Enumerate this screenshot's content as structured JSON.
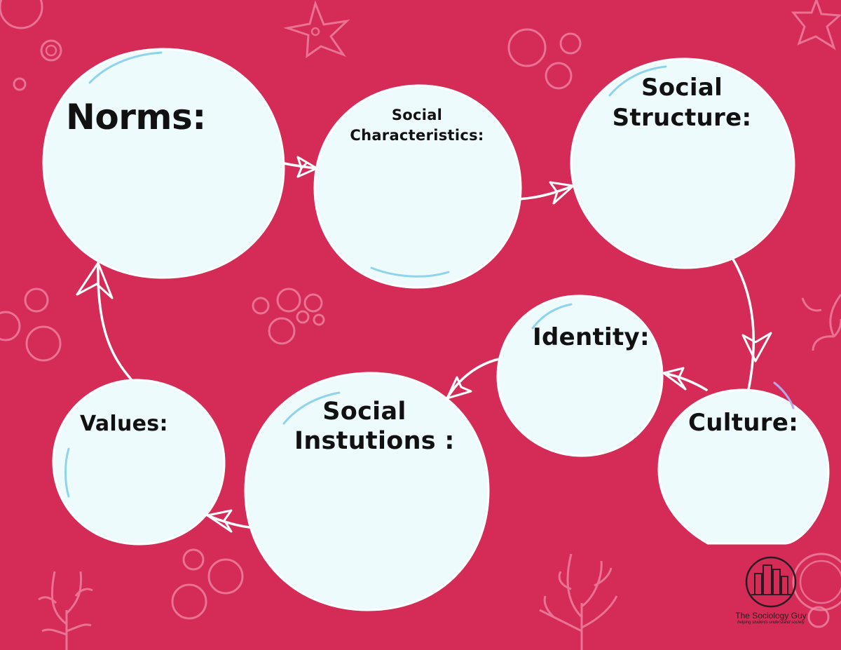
{
  "nodes": {
    "norms": {
      "label": "Norms:"
    },
    "social_characteristics": {
      "label_line1": "Social",
      "label_line2": "Characteristics:"
    },
    "social_structure": {
      "label_line1": "Social",
      "label_line2": "Structure:"
    },
    "identity": {
      "label": "Identity:"
    },
    "culture": {
      "label": "Culture:"
    },
    "social_institutions": {
      "label_line1": "Social",
      "label_line2": "Instutions :"
    },
    "values": {
      "label": "Values:"
    }
  },
  "flow": [
    "Norms -> Social Characteristics",
    "Social Characteristics -> Social Structure",
    "Social Structure -> Culture",
    "Culture -> Identity",
    "Identity -> Social Instutions",
    "Social Instutions -> Values",
    "Values -> Norms"
  ],
  "brand": {
    "name": "The Sociology Guy",
    "tagline": "helping students understand society",
    "icon": "city-skyline-icon"
  },
  "colors": {
    "background": "#d42c57",
    "bubble_fill": "#eefbfd",
    "connector": "#ffffff",
    "decoration": "#f28aa6",
    "shine": "#8fd3ec"
  }
}
